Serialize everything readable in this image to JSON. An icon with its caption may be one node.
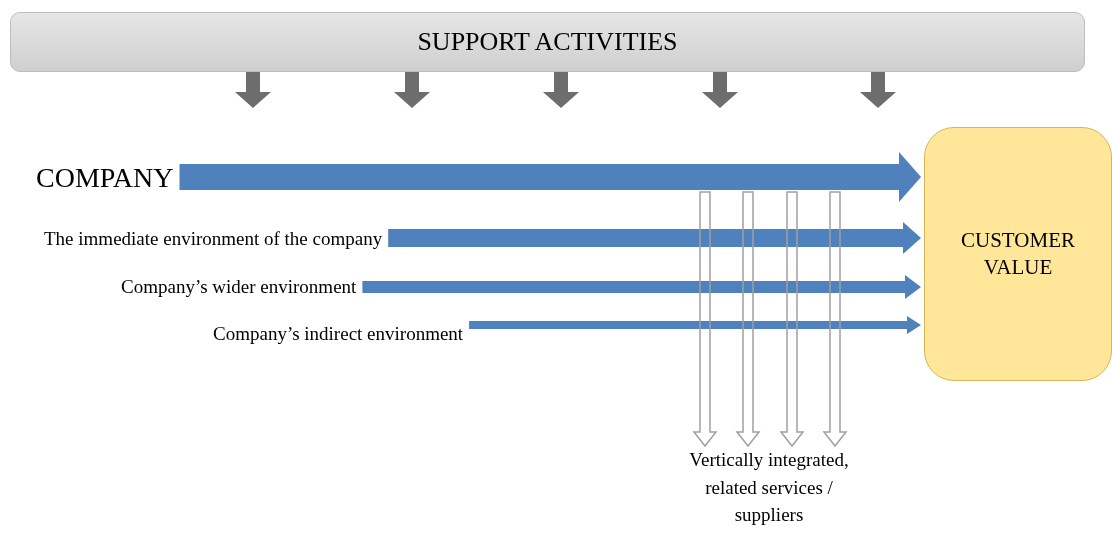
{
  "diagram": {
    "nodes": [
      {
        "text": [
          "SUPPORT ACTIVITIES"
        ]
      },
      {
        "text": [
          "COMPANY"
        ]
      },
      {
        "text": [
          "The immediate environment of the company"
        ]
      },
      {
        "text": [
          "Company’s wider environment"
        ]
      },
      {
        "text": [
          "Company’s indirect environment"
        ]
      },
      {
        "text": [
          "CUSTOMER VALUE"
        ]
      },
      {
        "text": [
          "Vertically integrated, related services / suppliers"
        ]
      }
    ],
    "edges": [
      {
        "from": 0,
        "to": null,
        "arrow": "to",
        "style": "thick",
        "color": "#6d6d6d"
      },
      {
        "from": 0,
        "to": null,
        "arrow": "to",
        "style": "thick",
        "color": "#6d6d6d"
      },
      {
        "from": 0,
        "to": null,
        "arrow": "to",
        "style": "thick",
        "color": "#6d6d6d"
      },
      {
        "from": 0,
        "to": null,
        "arrow": "to",
        "style": "thick",
        "color": "#6d6d6d"
      },
      {
        "from": 0,
        "to": null,
        "arrow": "to",
        "style": "thick",
        "color": "#6d6d6d"
      },
      {
        "from": 1,
        "to": 5,
        "arrow": "to",
        "style": "thick",
        "color": "#4f81bd"
      },
      {
        "from": 2,
        "to": 5,
        "arrow": "to",
        "style": "thick",
        "color": "#4f81bd"
      },
      {
        "from": 3,
        "to": 5,
        "arrow": "to",
        "style": "thick",
        "color": "#4f81bd"
      },
      {
        "from": 4,
        "to": 5,
        "arrow": "to",
        "style": "thick",
        "color": "#4f81bd"
      },
      {
        "from": null,
        "to": 6,
        "arrow": "to",
        "color": "#a0a0a0"
      },
      {
        "from": null,
        "to": 6,
        "arrow": "to",
        "color": "#a0a0a0"
      },
      {
        "from": null,
        "to": 6,
        "arrow": "to",
        "color": "#a0a0a0"
      },
      {
        "from": null,
        "to": 6,
        "arrow": "to",
        "color": "#a0a0a0"
      }
    ]
  }
}
